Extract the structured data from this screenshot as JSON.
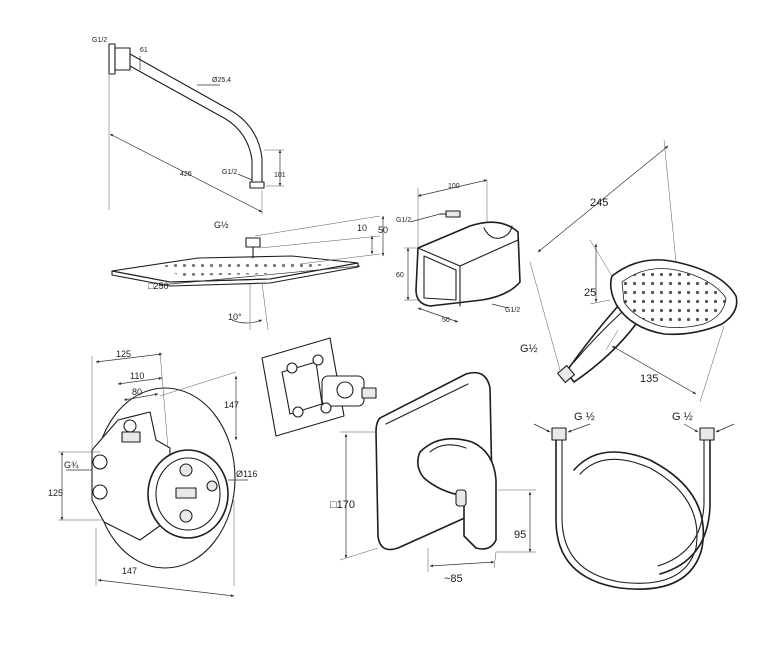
{
  "arm": {
    "thread_top": "G1/2",
    "flange": "61",
    "diameter": "Ø25,4",
    "length": "426",
    "thread_bottom": "G1/2",
    "drop": "101"
  },
  "head": {
    "thread": "G½",
    "thickness": "10",
    "height": "50",
    "size": "□250",
    "tilt": "10°"
  },
  "holder": {
    "width": "100",
    "thread_in": "G1/2",
    "height": "60",
    "depth": "50",
    "thread_out": "G1/2"
  },
  "hand_shower": {
    "length": "245",
    "face": "25",
    "thread": "G½",
    "handle": "135"
  },
  "box": {
    "width": "125",
    "inner": "110",
    "inner2": "80",
    "depth": "147",
    "thread": "G¾",
    "height": "125",
    "diameter": "Ø116",
    "bottom": "147"
  },
  "mixer": {
    "size": "□170",
    "lever_drop": "95",
    "projection": "~85"
  },
  "hose": {
    "thread_left": "G ½",
    "thread_right": "G ½"
  }
}
